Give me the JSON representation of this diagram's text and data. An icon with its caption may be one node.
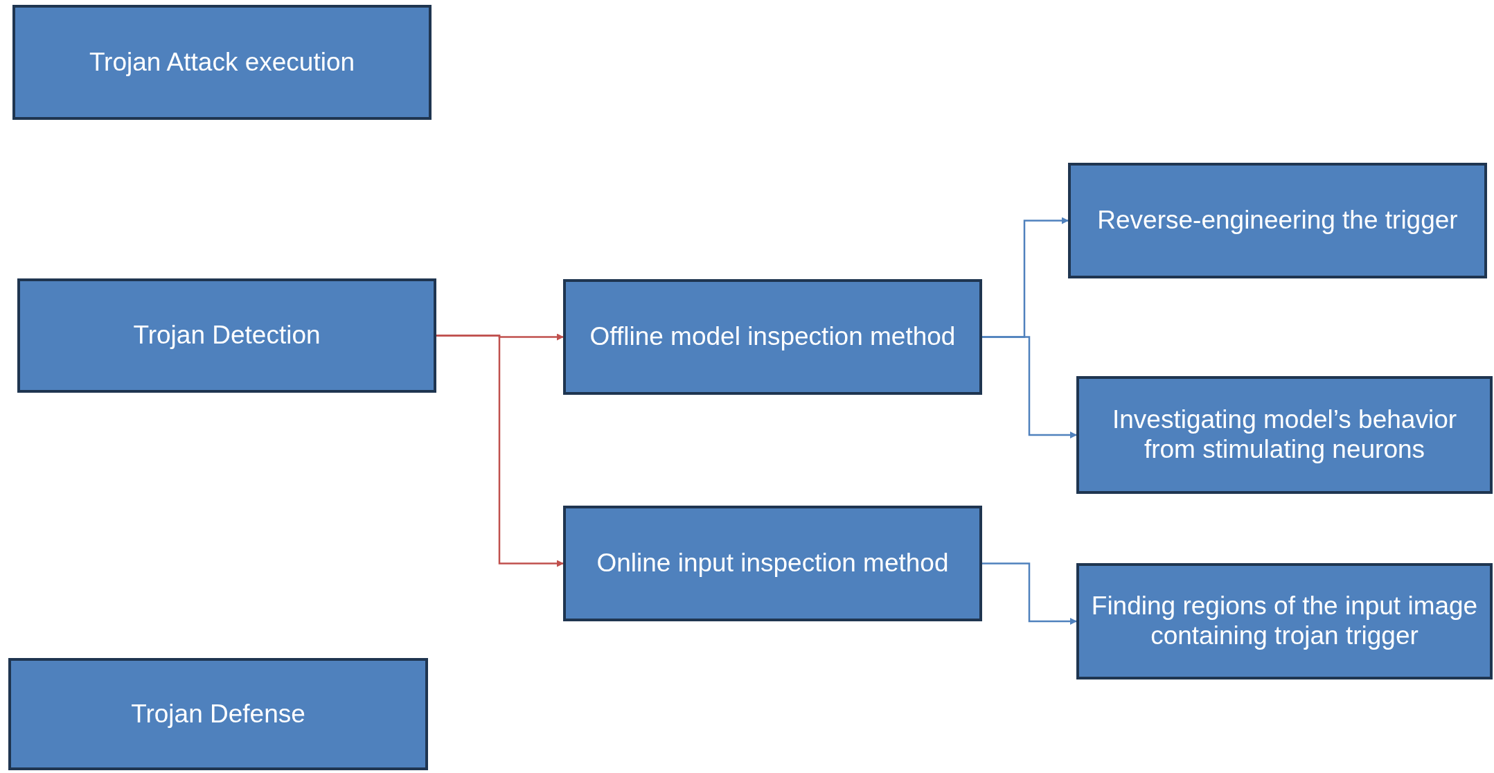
{
  "diagram": {
    "nodes": [
      {
        "text": [
          "Trojan Attack execution"
        ]
      },
      {
        "text": [
          "Trojan Detection"
        ]
      },
      {
        "text": [
          "Offline model inspection method"
        ]
      },
      {
        "text": [
          "Online input inspection method"
        ]
      },
      {
        "text": [
          "Reverse-engineering the trigger"
        ]
      },
      {
        "text": [
          "Investigating model’s behavior  from stimulating neurons"
        ]
      },
      {
        "text": [
          "Finding regions of the input image containing trojan trigger"
        ]
      },
      {
        "text": [
          "Trojan Defense"
        ]
      }
    ],
    "edges": [
      {
        "from": 1,
        "to": 2,
        "arrow": "to",
        "color": "#c0504d"
      },
      {
        "from": 1,
        "to": 3,
        "arrow": "to",
        "color": "#c0504d"
      },
      {
        "from": 2,
        "to": 4,
        "arrow": "to"
      },
      {
        "from": 2,
        "to": 5,
        "arrow": "to"
      },
      {
        "from": 3,
        "to": 6,
        "arrow": "to"
      }
    ]
  }
}
